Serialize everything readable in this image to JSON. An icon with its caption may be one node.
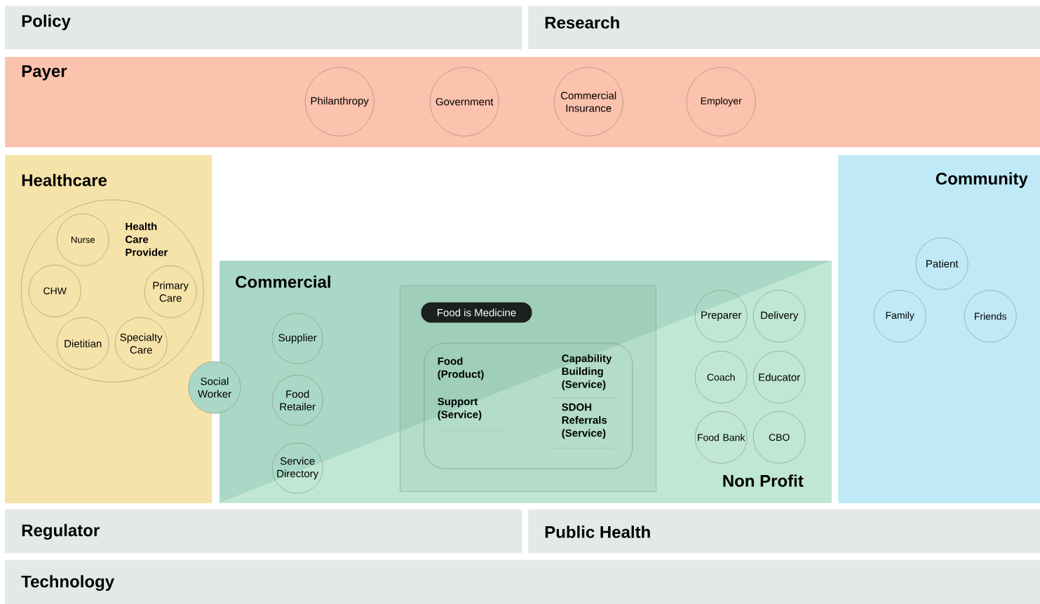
{
  "diagram": {
    "nodes": [
      {
        "text": [
          "Policy"
        ]
      },
      {
        "text": [
          "Research"
        ]
      },
      {
        "text": [
          "Payer"
        ]
      },
      {
        "text": [
          "Philanthropy"
        ],
        "in": 2
      },
      {
        "text": [
          "Government"
        ],
        "in": 2
      },
      {
        "text": [
          "Commercial Insurance"
        ],
        "in": 2
      },
      {
        "text": [
          "Employer"
        ],
        "in": 2
      },
      {
        "text": [
          "Healthcare"
        ]
      },
      {
        "text": [
          "Health Care Provider"
        ],
        "in": 7
      },
      {
        "text": [
          "Nurse"
        ],
        "in": 8
      },
      {
        "text": [
          "CHW"
        ],
        "in": 8
      },
      {
        "text": [
          "Primary Care"
        ],
        "in": 8
      },
      {
        "text": [
          "Dietitian"
        ],
        "in": 8
      },
      {
        "text": [
          "Specialty Care"
        ],
        "in": 8
      },
      {
        "text": [
          "Social Worker"
        ]
      },
      {
        "text": [
          "Commercial",
          "Non Profit"
        ]
      },
      {
        "text": [
          "Supplier"
        ],
        "in": 15
      },
      {
        "text": [
          "Food Retailer"
        ],
        "in": 15
      },
      {
        "text": [
          "Service Directory"
        ],
        "in": 15
      },
      {
        "text": [],
        "shape": "box",
        "in": 15
      },
      {
        "text": [
          "Food is Medicine"
        ],
        "in": 19
      },
      {
        "text": [
          "Food (Product)",
          "Support (Service)",
          "Capability Building (Service)",
          "SDOH Referrals (Service)"
        ],
        "in": 19
      },
      {
        "text": [
          "Preparer"
        ],
        "in": 15
      },
      {
        "text": [
          "Delivery"
        ],
        "in": 15
      },
      {
        "text": [
          "Coach"
        ],
        "in": 15
      },
      {
        "text": [
          "Educator"
        ],
        "in": 15
      },
      {
        "text": [
          "Food Bank"
        ],
        "in": 15
      },
      {
        "text": [
          "CBO"
        ],
        "in": 15
      },
      {
        "text": [
          "Community"
        ]
      },
      {
        "text": [
          "Patient"
        ],
        "in": 28
      },
      {
        "text": [
          "Family"
        ],
        "in": 28
      },
      {
        "text": [
          "Friends"
        ],
        "in": 28
      },
      {
        "text": [
          "Regulator"
        ]
      },
      {
        "text": [
          "Public Health"
        ]
      },
      {
        "text": [
          "Technology"
        ]
      }
    ]
  }
}
